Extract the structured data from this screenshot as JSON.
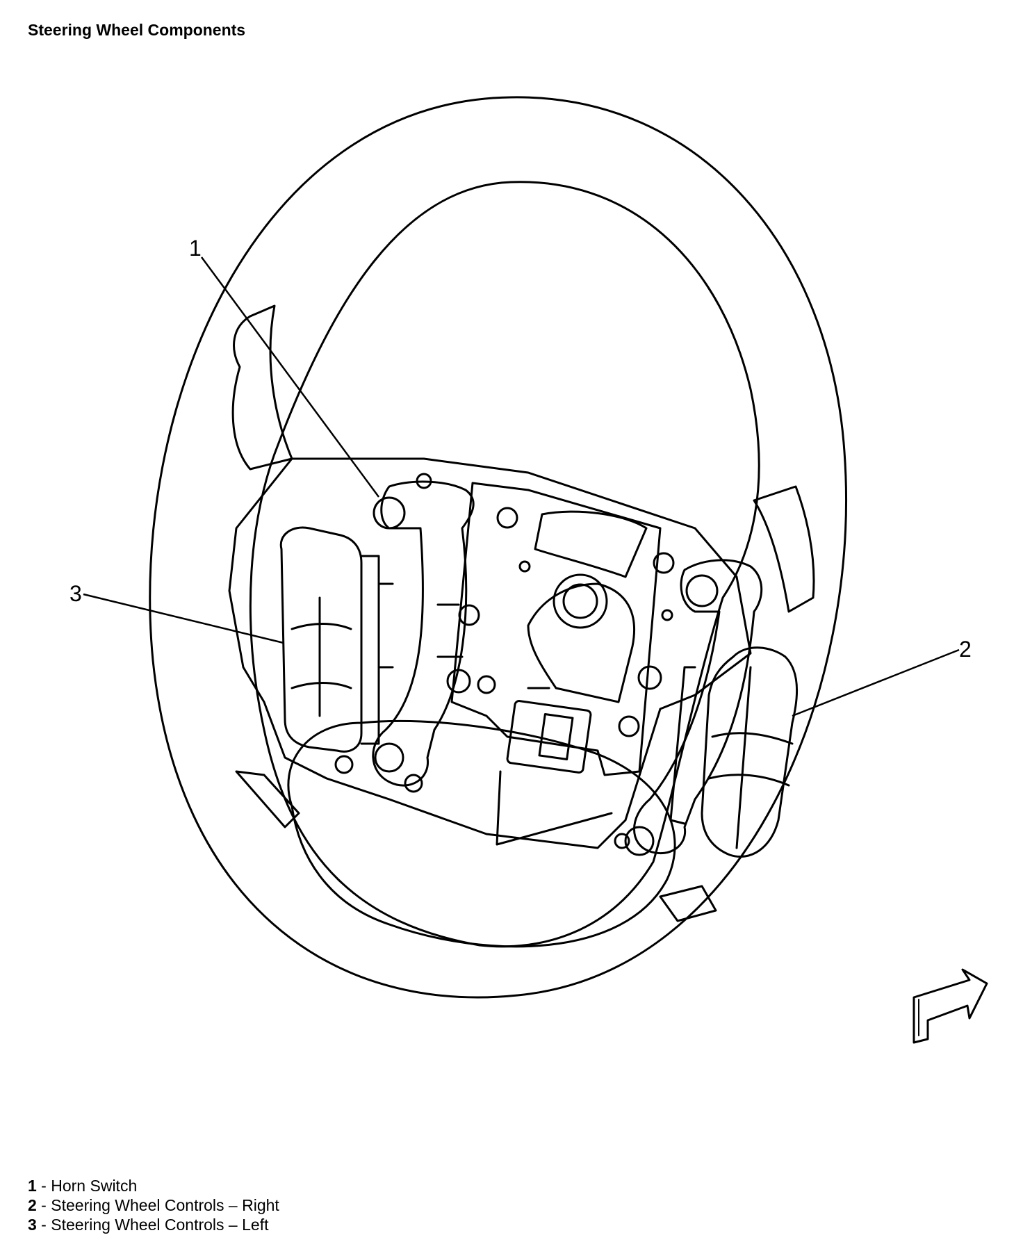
{
  "title": "Steering Wheel Components",
  "callouts": [
    {
      "number": "1",
      "label": "Horn Switch"
    },
    {
      "number": "2",
      "label": "Steering Wheel Controls – Right"
    },
    {
      "number": "3",
      "label": "Steering Wheel Controls – Left"
    }
  ],
  "legend_separator": " - ",
  "icons": {
    "orientation_arrow": "view-direction-arrow-icon"
  }
}
